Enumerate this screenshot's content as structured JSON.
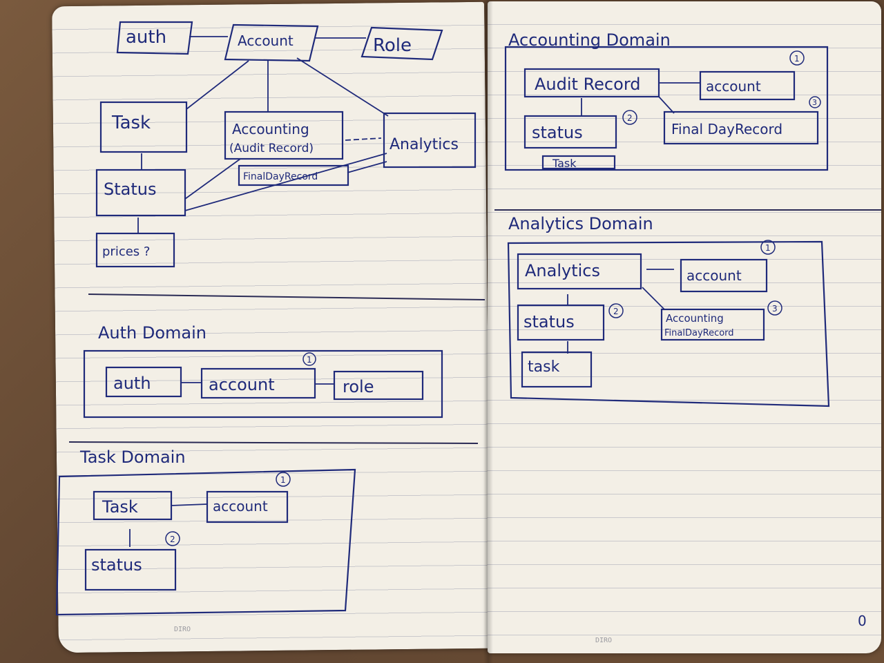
{
  "overview": {
    "auth": "auth",
    "account": "Account",
    "role": "Role",
    "task": "Task",
    "accounting_1": "Accounting",
    "accounting_2": "(Audit Record)",
    "final_day_record": "FinalDayRecord",
    "analytics": "Analytics",
    "status": "Status",
    "prices": "prices ?"
  },
  "auth_domain": {
    "title": "Auth Domain",
    "auth": "auth",
    "account": "account",
    "role": "role",
    "marker": "1"
  },
  "task_domain": {
    "title": "Task Domain",
    "task": "Task",
    "account": "account",
    "status": "status",
    "marker_1": "1",
    "marker_2": "2"
  },
  "accounting_domain": {
    "title": "Accounting Domain",
    "audit_record": "Audit Record",
    "account": "account",
    "status": "status",
    "final_day_record": "Final DayRecord",
    "task": "Task",
    "marker_1": "1",
    "marker_2": "2",
    "marker_3": "3"
  },
  "analytics_domain": {
    "title": "Analytics Domain",
    "analytics": "Analytics",
    "account": "account",
    "status": "status",
    "accounting_1": "Accounting",
    "accounting_2": "FinalDayRecord",
    "task": "task",
    "marker_1": "1",
    "marker_2": "2",
    "marker_3": "3"
  },
  "footer": {
    "left_page_mark": "DIRO",
    "right_page_mark": "DIRO",
    "page_number": "0"
  }
}
